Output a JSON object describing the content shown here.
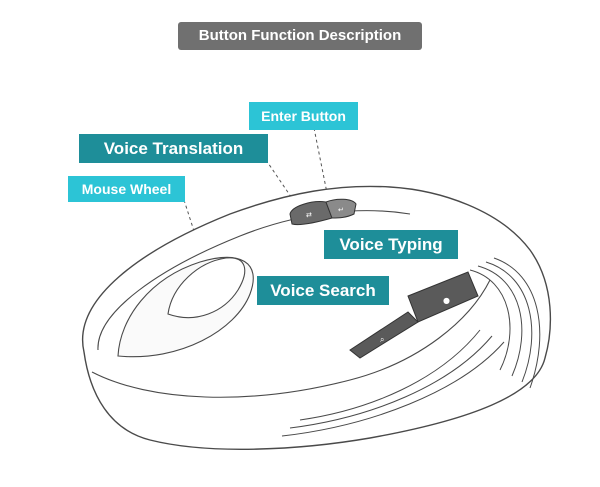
{
  "title": "Button Function Description",
  "labels": {
    "mouse_wheel": "Mouse Wheel",
    "voice_translation": "Voice Translation",
    "enter_button": "Enter Button",
    "voice_typing": "Voice Typing",
    "voice_search": "Voice Search"
  },
  "colors": {
    "title_bg": "#707070",
    "label_teal": "#1e8e99",
    "label_cyan": "#2cc4d6",
    "outline": "#4a4a4a",
    "button_dark": "#6a6a6a"
  }
}
